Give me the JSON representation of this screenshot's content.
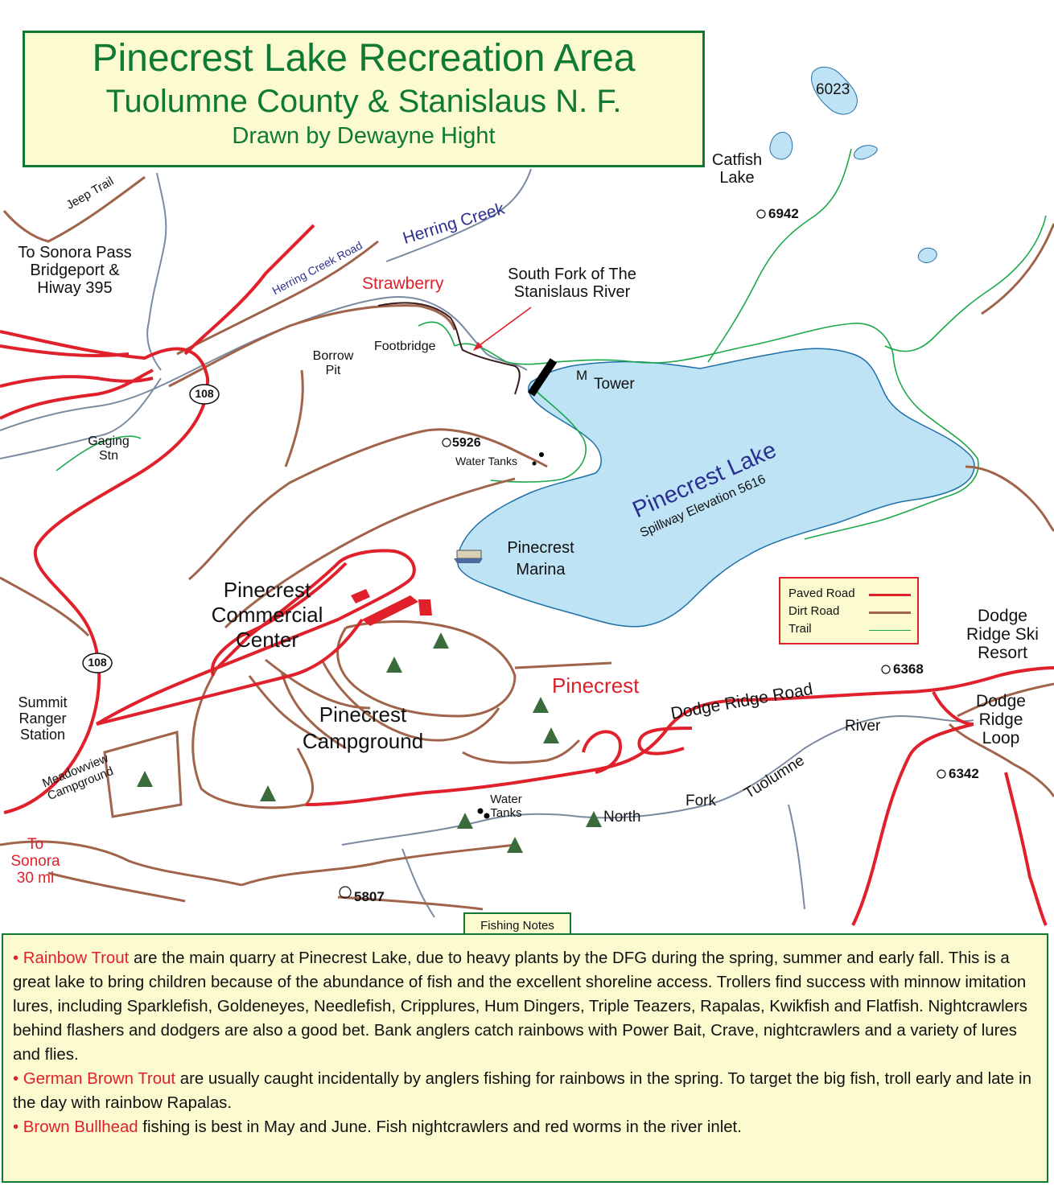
{
  "title": {
    "line1": "Pinecrest Lake Recreation Area",
    "line2": "Tuolumne County & Stanislaus N. F.",
    "line3": "Drawn by Dewayne Hight"
  },
  "colors": {
    "paved_road": "#e0202a",
    "dirt_road": "#a0644a",
    "trail": "#1aa84a",
    "lake": "#bde3f5",
    "panel": "#fcfbd0"
  },
  "labels": {
    "elev_6023": "6023",
    "catfish_lake": "Catfish Lake",
    "elev_6942": "6942",
    "jeep_trail": "Jeep Trail",
    "to_sonora_pass": "To Sonora Pass Bridgeport & Hiway 395",
    "herring_creek_road": "Herring Creek Road",
    "herring_creek": "Herring Creek",
    "strawberry": "Strawberry",
    "south_fork": "South Fork of The Stanislaus River",
    "footbridge": "Footbridge",
    "borrow_pit": "Borrow Pit",
    "tower_m": "M",
    "tower": "Tower",
    "highway_108": "108",
    "gaging_stn": "Gaging Stn",
    "elev_5926": "5926",
    "water_tanks_north": "Water Tanks",
    "lake_name": "Pinecrest Lake",
    "spillway": "Spillway Elevation 5616",
    "marina": "Pinecrest Marina",
    "commercial_center": "Pinecrest Commercial Center",
    "campground": "Pinecrest Campground",
    "pinecrest": "Pinecrest",
    "dodge_ridge_road": "Dodge Ridge Road",
    "elev_6368": "6368",
    "dodge_ridge_ski": "Dodge Ridge Ski Resort",
    "dodge_ridge_loop": "Dodge Ridge Loop",
    "river": "River",
    "tuolumne": "Tuolumne",
    "fork": "Fork",
    "north": "North",
    "elev_6342": "6342",
    "water_tanks_south": "Water Tanks",
    "summit_ranger": "Summit Ranger Station",
    "meadowview": "Meadowview Campground",
    "to_sonora": "To Sonora 30 mi",
    "elev_5807": "5807"
  },
  "legend": {
    "paved": "Paved Road",
    "dirt": "Dirt Road",
    "trail": "Trail"
  },
  "notes": {
    "tab": "Fishing Notes",
    "p1_bullet": "• Rainbow Trout",
    "p1_text": " are the main quarry at Pinecrest Lake, due to heavy plants by the DFG during the spring,    summer and early fall. This is a great lake to bring children because of the abundance of fish and the excellent    shoreline access. Trollers find success with minnow imitation lures, including Sparklefish, Goldeneyes,    Needlefish, Cripplures, Hum Dingers, Triple Teazers, Rapalas, Kwikfish and Flatfish. Nightcrawlers behind    flashers and dodgers are also a good bet. Bank anglers catch rainbows with Power Bait, Crave, nightcrawlers and    a variety of lures and flies.",
    "p2_bullet": "• German Brown Trout",
    "p2_text": " are usually caught incidentally by anglers fishing for rainbows in the spring. To target the    big fish, troll early and late in the day with rainbow Rapalas.",
    "p3_bullet": "• Brown Bullhead",
    "p3_text": " fishing is best in May and June. Fish nightcrawlers and red worms in the river inlet."
  }
}
